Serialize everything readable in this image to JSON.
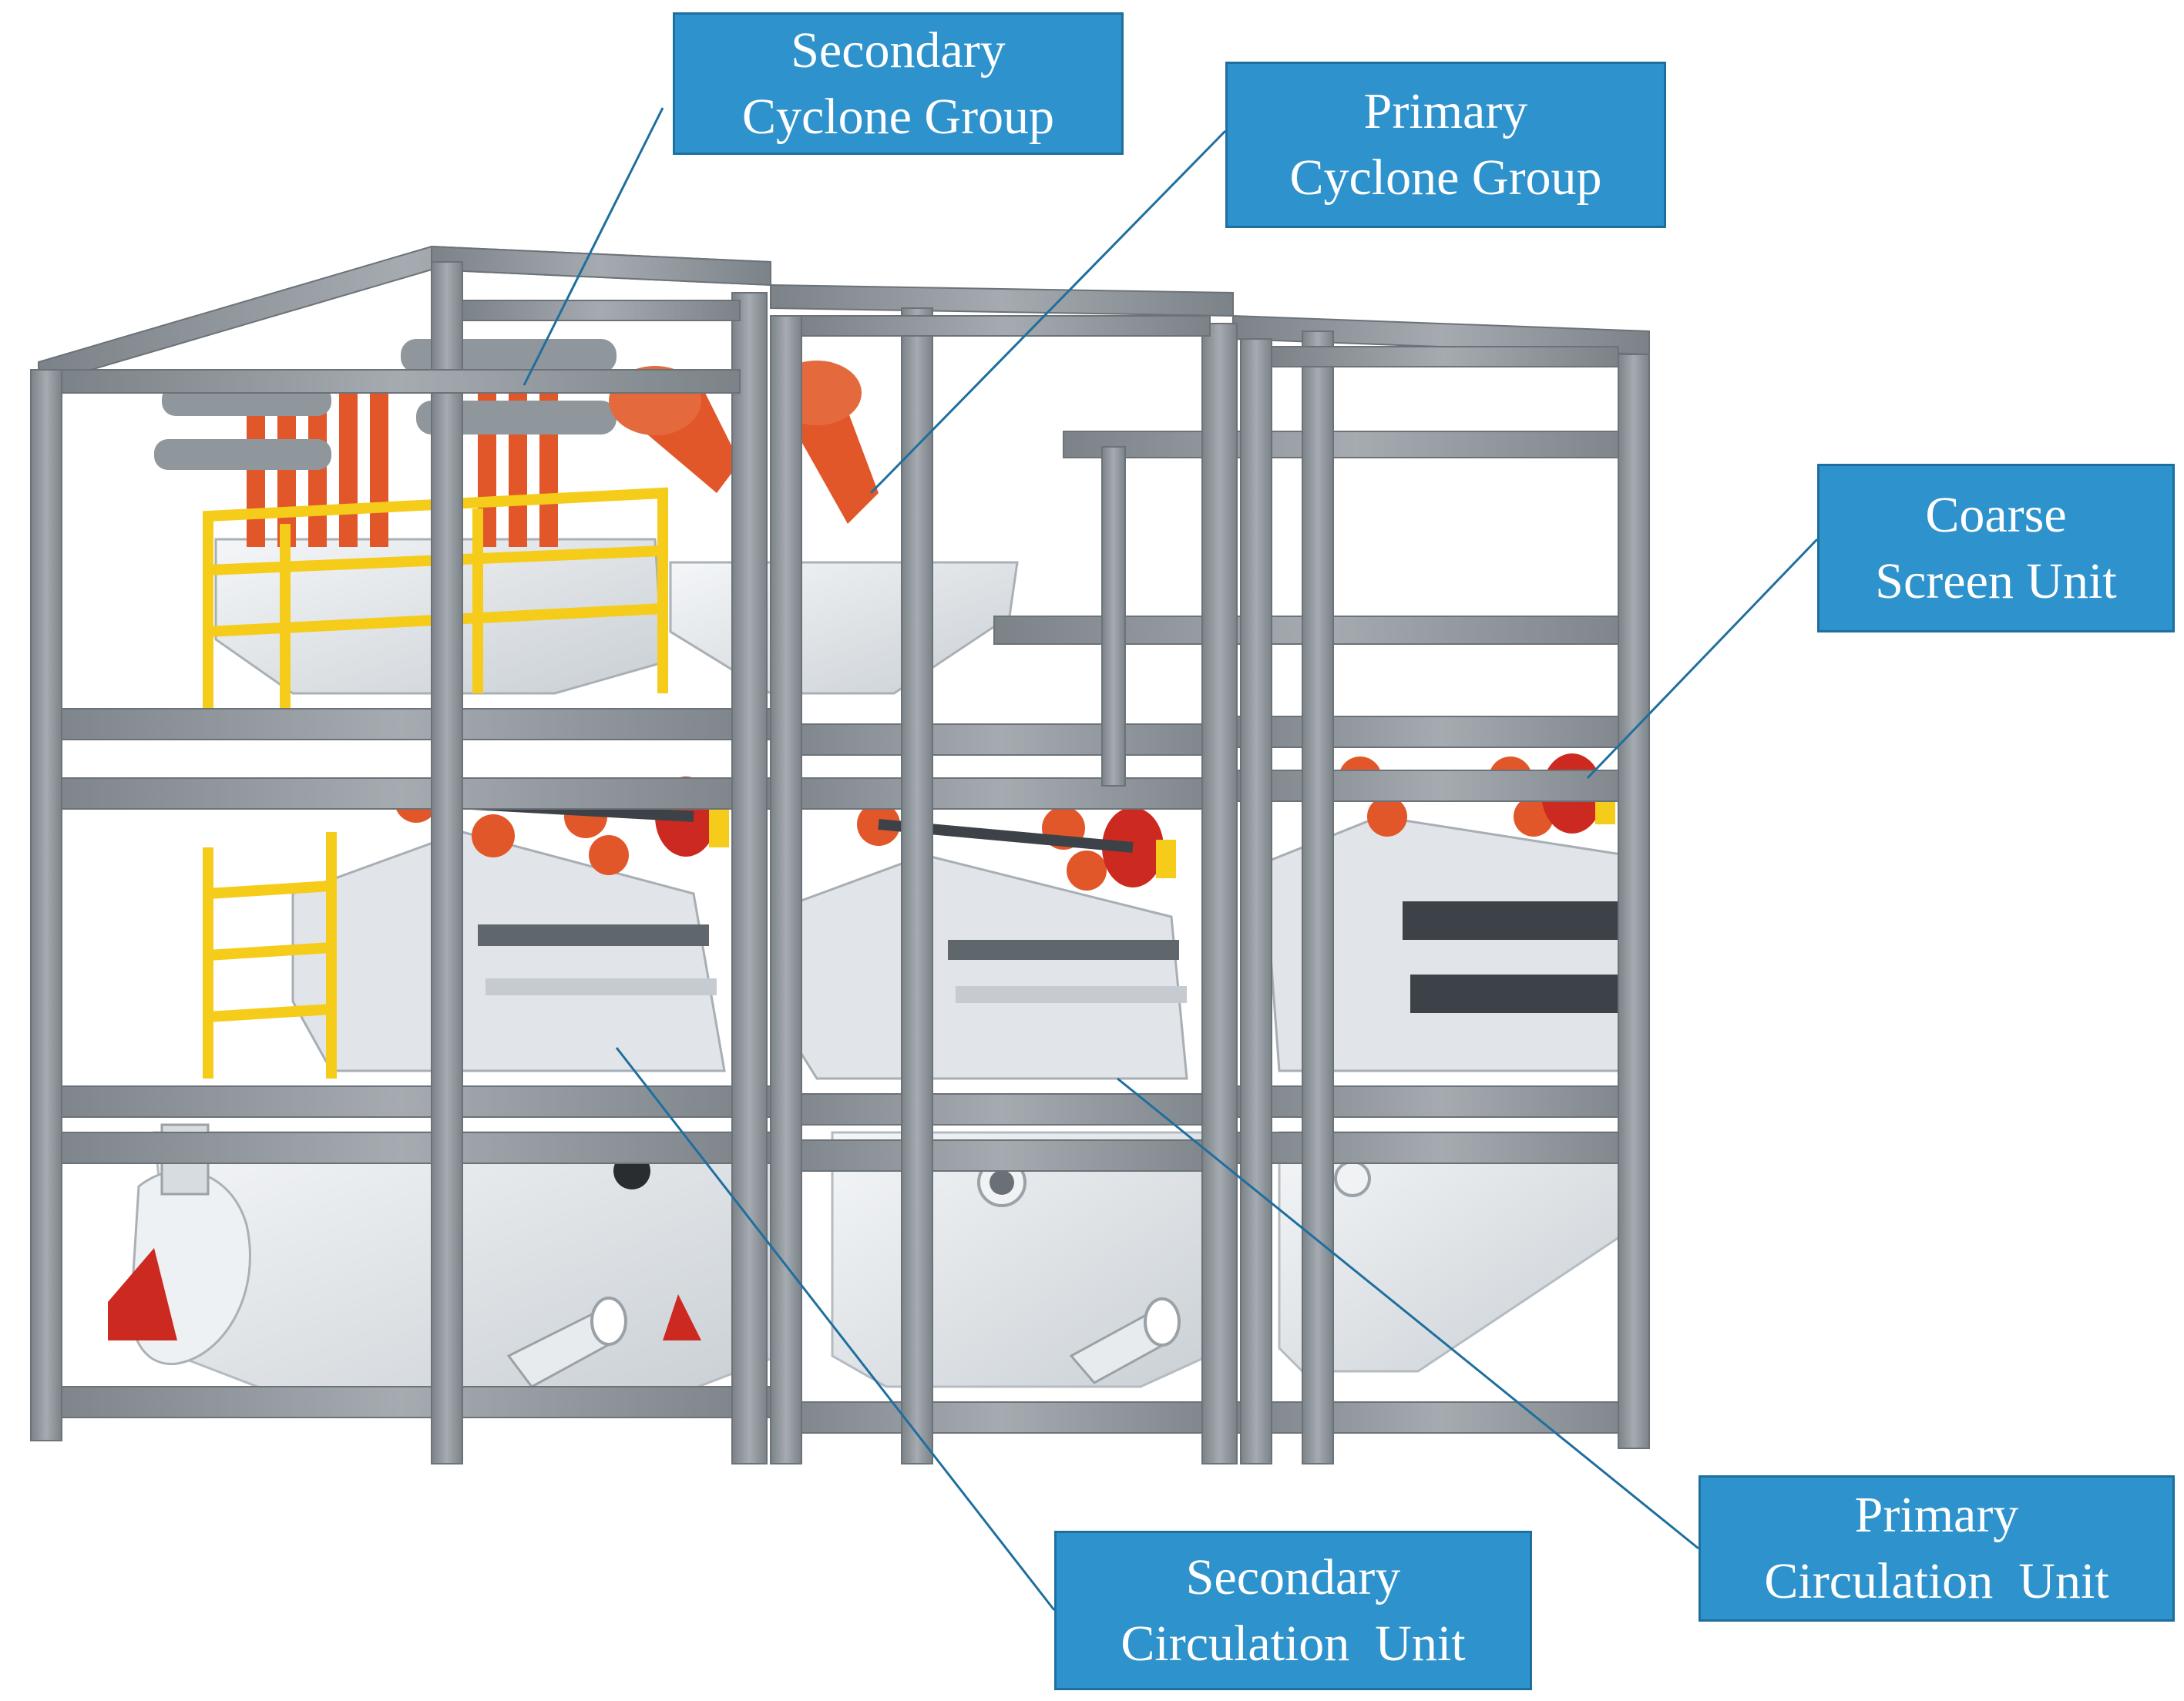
{
  "labels": {
    "secondary_cyclone_group": {
      "line1": "Secondary",
      "line2": "Cyclone Group"
    },
    "primary_cyclone_group": {
      "line1": "Primary",
      "line2": "Cyclone Group"
    },
    "coarse_screen_unit": {
      "line1": "Coarse",
      "line2": "Screen Unit"
    },
    "primary_circulation_unit": {
      "line1": "Primary",
      "line2": "Circulation  Unit"
    },
    "secondary_circulation_unit": {
      "line1": "Secondary",
      "line2": "Circulation  Unit"
    }
  },
  "colors": {
    "label_fill": "#2e92cc",
    "label_text": "#ffffff",
    "frame_steel": "#8f969c",
    "cyclone_orange": "#e2572a",
    "railing_yellow": "#f5cc1a",
    "tank_white": "#e6e9ec",
    "pump_red": "#cc2a20"
  }
}
